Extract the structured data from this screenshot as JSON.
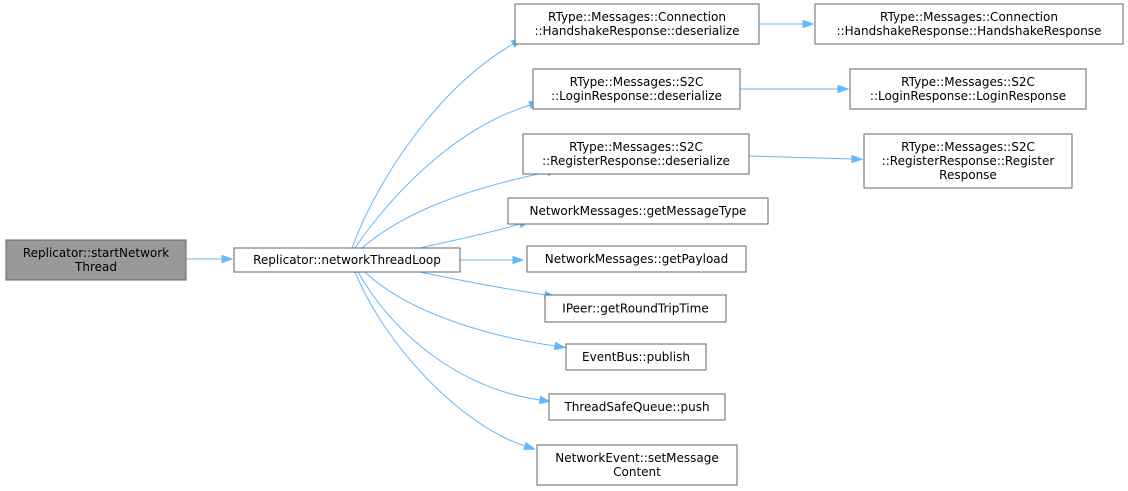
{
  "graph": {
    "edge_color": "#63b8ff",
    "node_border_color": "#666666",
    "root_fill_color": "#999999",
    "nodes": [
      {
        "id": "start",
        "lines": [
          "Replicator::startNetwork",
          "Thread"
        ],
        "root": true
      },
      {
        "id": "loop",
        "lines": [
          "Replicator::networkThreadLoop"
        ]
      },
      {
        "id": "hs_deser",
        "lines": [
          "RType::Messages::Connection",
          "::HandshakeResponse::deserialize"
        ]
      },
      {
        "id": "hs_ctor",
        "lines": [
          "RType::Messages::Connection",
          "::HandshakeResponse::HandshakeResponse"
        ]
      },
      {
        "id": "login_deser",
        "lines": [
          "RType::Messages::S2C",
          "::LoginResponse::deserialize"
        ]
      },
      {
        "id": "login_ctor",
        "lines": [
          "RType::Messages::S2C",
          "::LoginResponse::LoginResponse"
        ]
      },
      {
        "id": "reg_deser",
        "lines": [
          "RType::Messages::S2C",
          "::RegisterResponse::deserialize"
        ]
      },
      {
        "id": "reg_ctor",
        "lines": [
          "RType::Messages::S2C",
          "::RegisterResponse::Register",
          "Response"
        ]
      },
      {
        "id": "get_type",
        "lines": [
          "NetworkMessages::getMessageType"
        ]
      },
      {
        "id": "get_payload",
        "lines": [
          "NetworkMessages::getPayload"
        ]
      },
      {
        "id": "rtt",
        "lines": [
          "IPeer::getRoundTripTime"
        ]
      },
      {
        "id": "publish",
        "lines": [
          "EventBus::publish"
        ]
      },
      {
        "id": "push",
        "lines": [
          "ThreadSafeQueue::push"
        ]
      },
      {
        "id": "set_msg",
        "lines": [
          "NetworkEvent::setMessage",
          "Content"
        ]
      }
    ],
    "edges": [
      {
        "from": "start",
        "to": "loop"
      },
      {
        "from": "loop",
        "to": "hs_deser"
      },
      {
        "from": "loop",
        "to": "login_deser"
      },
      {
        "from": "loop",
        "to": "reg_deser"
      },
      {
        "from": "loop",
        "to": "get_type"
      },
      {
        "from": "loop",
        "to": "get_payload"
      },
      {
        "from": "loop",
        "to": "rtt"
      },
      {
        "from": "loop",
        "to": "publish"
      },
      {
        "from": "loop",
        "to": "push"
      },
      {
        "from": "loop",
        "to": "set_msg"
      },
      {
        "from": "hs_deser",
        "to": "hs_ctor"
      },
      {
        "from": "login_deser",
        "to": "login_ctor"
      },
      {
        "from": "reg_deser",
        "to": "reg_ctor"
      }
    ]
  }
}
